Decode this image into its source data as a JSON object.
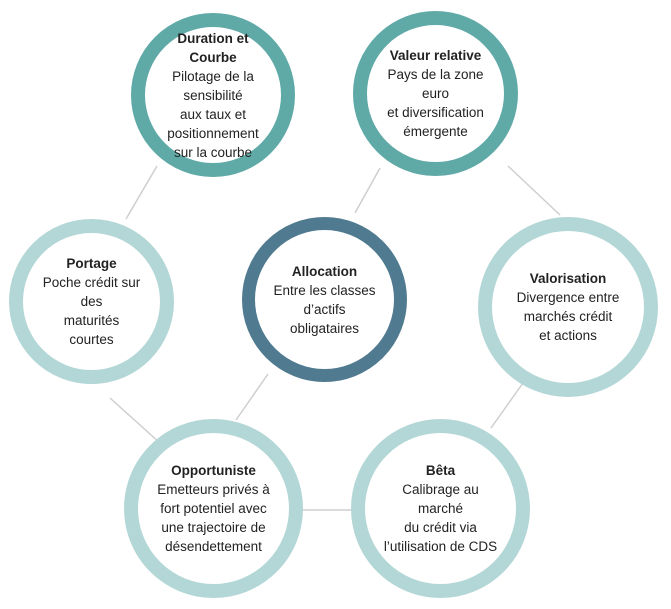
{
  "colors": {
    "dark_teal": "#4f7a8f",
    "mid_teal": "#5fa9a7",
    "light_teal": "#b3d7d6",
    "connector": "#cfcfcf"
  },
  "nodes": {
    "duration": {
      "title": "Duration et\nCourbe",
      "desc": "Pilotage de la sensibilité\naux taux et\npositionnement\nsur la courbe"
    },
    "valeur": {
      "title": "Valeur relative",
      "desc": "Pays de la zone euro\net diversification\némergente"
    },
    "portage": {
      "title": "Portage",
      "desc": "Poche crédit sur des\nmaturités courtes"
    },
    "allocation": {
      "title": "Allocation",
      "desc": "Entre les classes\nd’actifs\nobligataires"
    },
    "valorisation": {
      "title": "Valorisation",
      "desc": "Divergence entre\nmarchés crédit\net actions"
    },
    "opportuniste": {
      "title": "Opportuniste",
      "desc": "Emetteurs privés à\nfort potentiel avec\nune trajectoire de\ndésendettement"
    },
    "beta": {
      "title": "Bêta",
      "desc": "Calibrage au marché\ndu crédit via\nl’utilisation de CDS"
    }
  }
}
